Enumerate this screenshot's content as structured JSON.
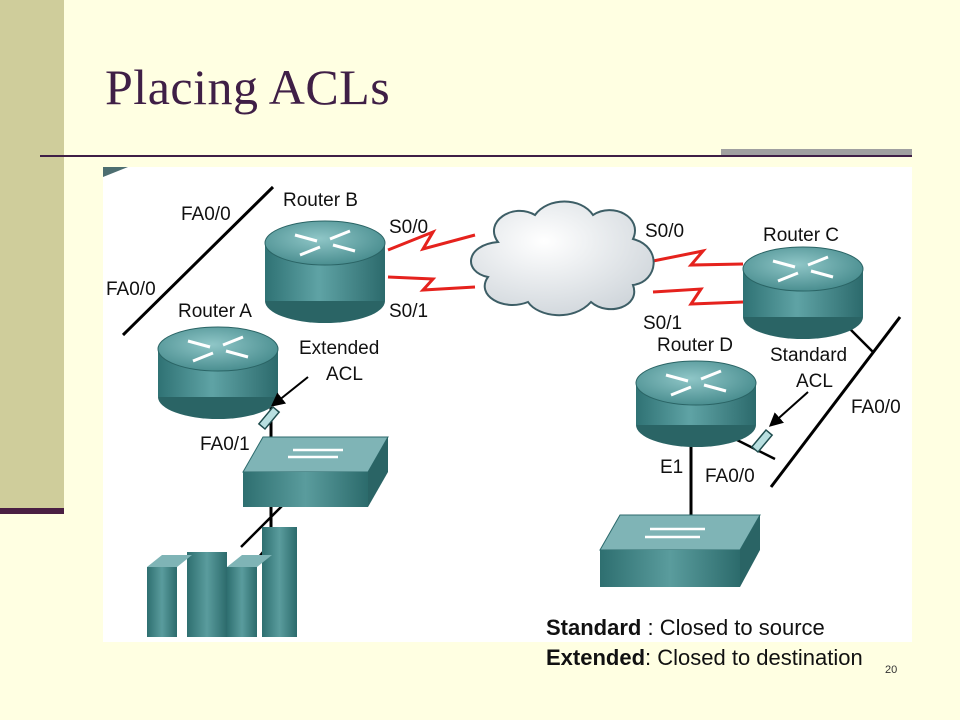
{
  "slide": {
    "title": "Placing ACLs",
    "page_number": "20"
  },
  "diagram": {
    "routers": {
      "a": "Router A",
      "b": "Router B",
      "c": "Router C",
      "d": "Router D"
    },
    "interfaces": {
      "a_fa00": "FA0/0",
      "a_fa01": "FA0/1",
      "b_fa00": "FA0/0",
      "b_s00": "S0/0",
      "b_s01": "S0/1",
      "c_s00": "S0/0",
      "c_s01": "S0/1",
      "c_fa00": "FA0/0",
      "d_e1": "E1",
      "d_fa00": "FA0/0"
    },
    "acl_labels": {
      "extended_line1": "Extended",
      "extended_line2": "ACL",
      "standard_line1": "Standard",
      "standard_line2": "ACL"
    }
  },
  "caption": {
    "line1_bold": "Standard",
    "line1_rest": " : Closed to source",
    "line2_bold": "Extended",
    "line2_rest": ": Closed to destination"
  }
}
